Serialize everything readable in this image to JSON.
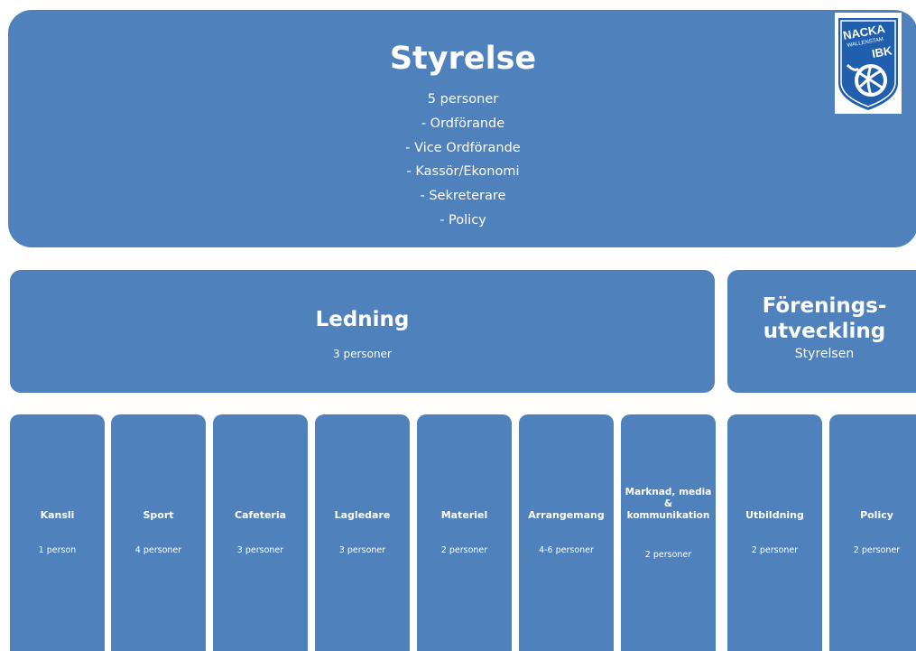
{
  "styrelse": {
    "title": "Styrelse",
    "lines": [
      "5 personer",
      "- Ordförande",
      "- Vice Ordförande",
      "- Kassör/Ekonomi",
      "- Sekreterare",
      "- Policy"
    ]
  },
  "logo": {
    "line1": "NACKA",
    "line2": "WALLENSTAM",
    "line3": "IBK"
  },
  "ledning": {
    "title": "Ledning",
    "subtitle": "3 personer"
  },
  "foreningsutveckling": {
    "title_line1": "Förenings-",
    "title_line2": "utveckling",
    "subtitle": "Styrelsen"
  },
  "units": [
    {
      "name": "Kansli",
      "count": "1 person"
    },
    {
      "name": "Sport",
      "count": "4 personer"
    },
    {
      "name": "Cafeteria",
      "count": "3 personer"
    },
    {
      "name": "Lagledare",
      "count": "3 personer"
    },
    {
      "name": "Materiel",
      "count": "2 personer"
    },
    {
      "name": "Arrangemang",
      "count": "4-6 personer"
    },
    {
      "name_lines": [
        "Marknad, media",
        "&",
        "kommunikation"
      ],
      "count": "2 personer"
    },
    {
      "name": "Utbildning",
      "count": "2 personer"
    },
    {
      "name": "Policy",
      "count": "2 personer"
    }
  ],
  "colors": {
    "box": "#4f81bd",
    "text": "#ffffff",
    "logo_blue": "#1f5fae"
  }
}
